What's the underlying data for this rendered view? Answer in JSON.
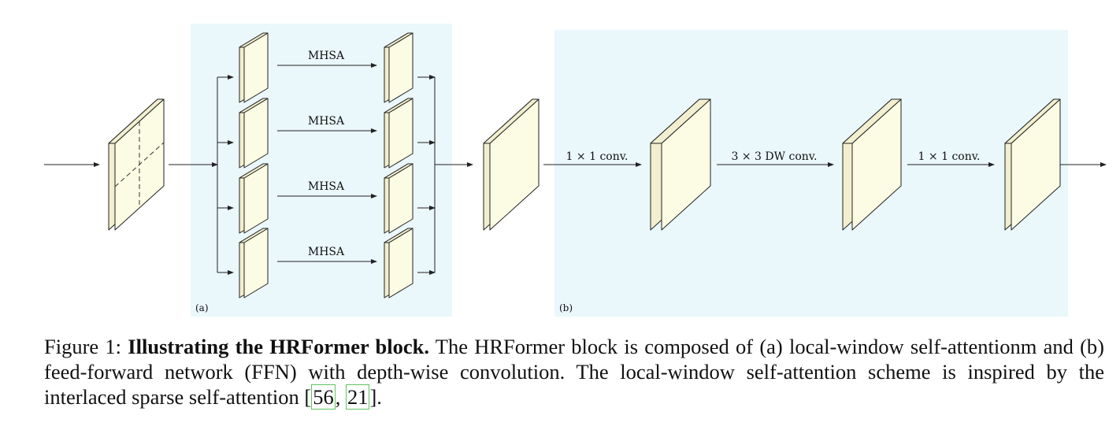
{
  "diagram": {
    "mhsa_label": "MHSA",
    "conv1_label": "1 × 1 conv.",
    "dwconv_label": "3 × 3 DW conv.",
    "conv2_label": "1 × 1 conv.",
    "panel_a_label": "(a)",
    "panel_b_label": "(b)",
    "colors": {
      "panel_bg": "#eaf7fb",
      "slab_face": "#fcfbe3",
      "slab_stroke": "#222222"
    }
  },
  "caption": {
    "prefix": "Figure 1: ",
    "bold_title": "Illustrating the HRFormer block.",
    "body": " The HRFormer block is composed of (a) local-window self-attentionm and (b) feed-forward network (FFN) with depth-wise convolution. The local-window self-attention scheme is inspired by the interlaced sparse self-attention ",
    "cite_open": "[",
    "cite_1": "56",
    "cite_sep": ", ",
    "cite_2": "21",
    "cite_close": "]."
  }
}
